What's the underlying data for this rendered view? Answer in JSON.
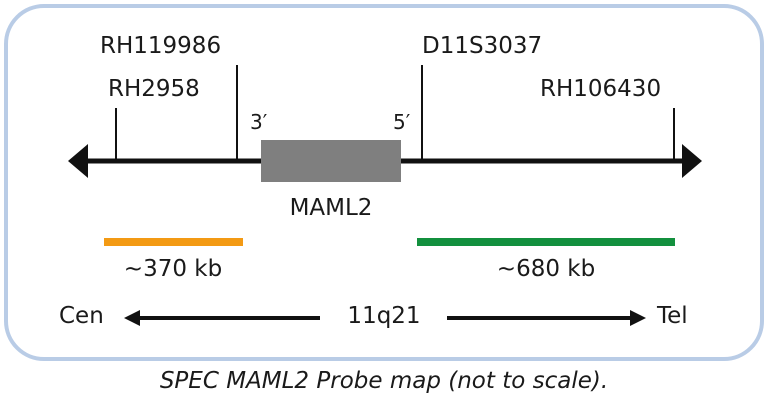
{
  "markers": [
    {
      "label": "RH2958"
    },
    {
      "label": "RH119986"
    },
    {
      "label": "D11S3037"
    },
    {
      "label": "RH106430"
    }
  ],
  "gene": {
    "name": "MAML2",
    "end_left": "3′",
    "end_right": "5′",
    "color": "#7f7f7f"
  },
  "probes": [
    {
      "size": "~370 kb",
      "color": "#f39a14"
    },
    {
      "size": "~680 kb",
      "color": "#13903e"
    }
  ],
  "orientation": {
    "left": "Cen",
    "band": "11q21",
    "right": "Tel"
  },
  "caption": "SPEC MAML2 Probe map (not to scale)."
}
